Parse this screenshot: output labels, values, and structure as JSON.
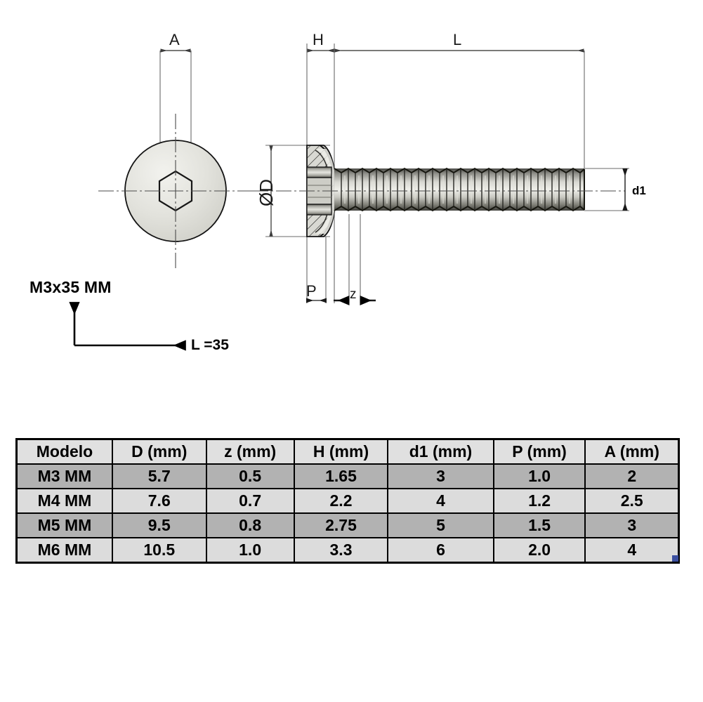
{
  "drawing": {
    "part_label": "M3x35 MM",
    "leader_label": "L =35",
    "dimensions": {
      "a": "A",
      "h": "H",
      "l": "L",
      "d_diameter": "ØD",
      "d1": "d1",
      "p": "P",
      "z": "z"
    },
    "views": {
      "front_view_name": "screw-head-front-view",
      "side_view_name": "screw-side-section-view"
    }
  },
  "table": {
    "headers": [
      "Modelo",
      "D (mm)",
      "z (mm)",
      "H (mm)",
      "d1 (mm)",
      "P (mm)",
      "A (mm)"
    ],
    "rows": [
      [
        "M3 MM",
        "5.7",
        "0.5",
        "1.65",
        "3",
        "1.0",
        "2"
      ],
      [
        "M4 MM",
        "7.6",
        "0.7",
        "2.2",
        "4",
        "1.2",
        "2.5"
      ],
      [
        "M5 MM",
        "9.5",
        "0.8",
        "2.75",
        "5",
        "1.5",
        "3"
      ],
      [
        "M6 MM",
        "10.5",
        "1.0",
        "3.3",
        "6",
        "2.0",
        "4"
      ]
    ]
  },
  "colors": {
    "line": "#3c3c3c",
    "ink": "#000000",
    "metal_light": "#e9e9e4",
    "metal_mid": "#c9c9c2",
    "metal_dark": "#8d8d88",
    "row_shaded": "#b2b2b2",
    "row_plain": "#dcdcdc",
    "corner_mark": "#3b4fa0"
  }
}
